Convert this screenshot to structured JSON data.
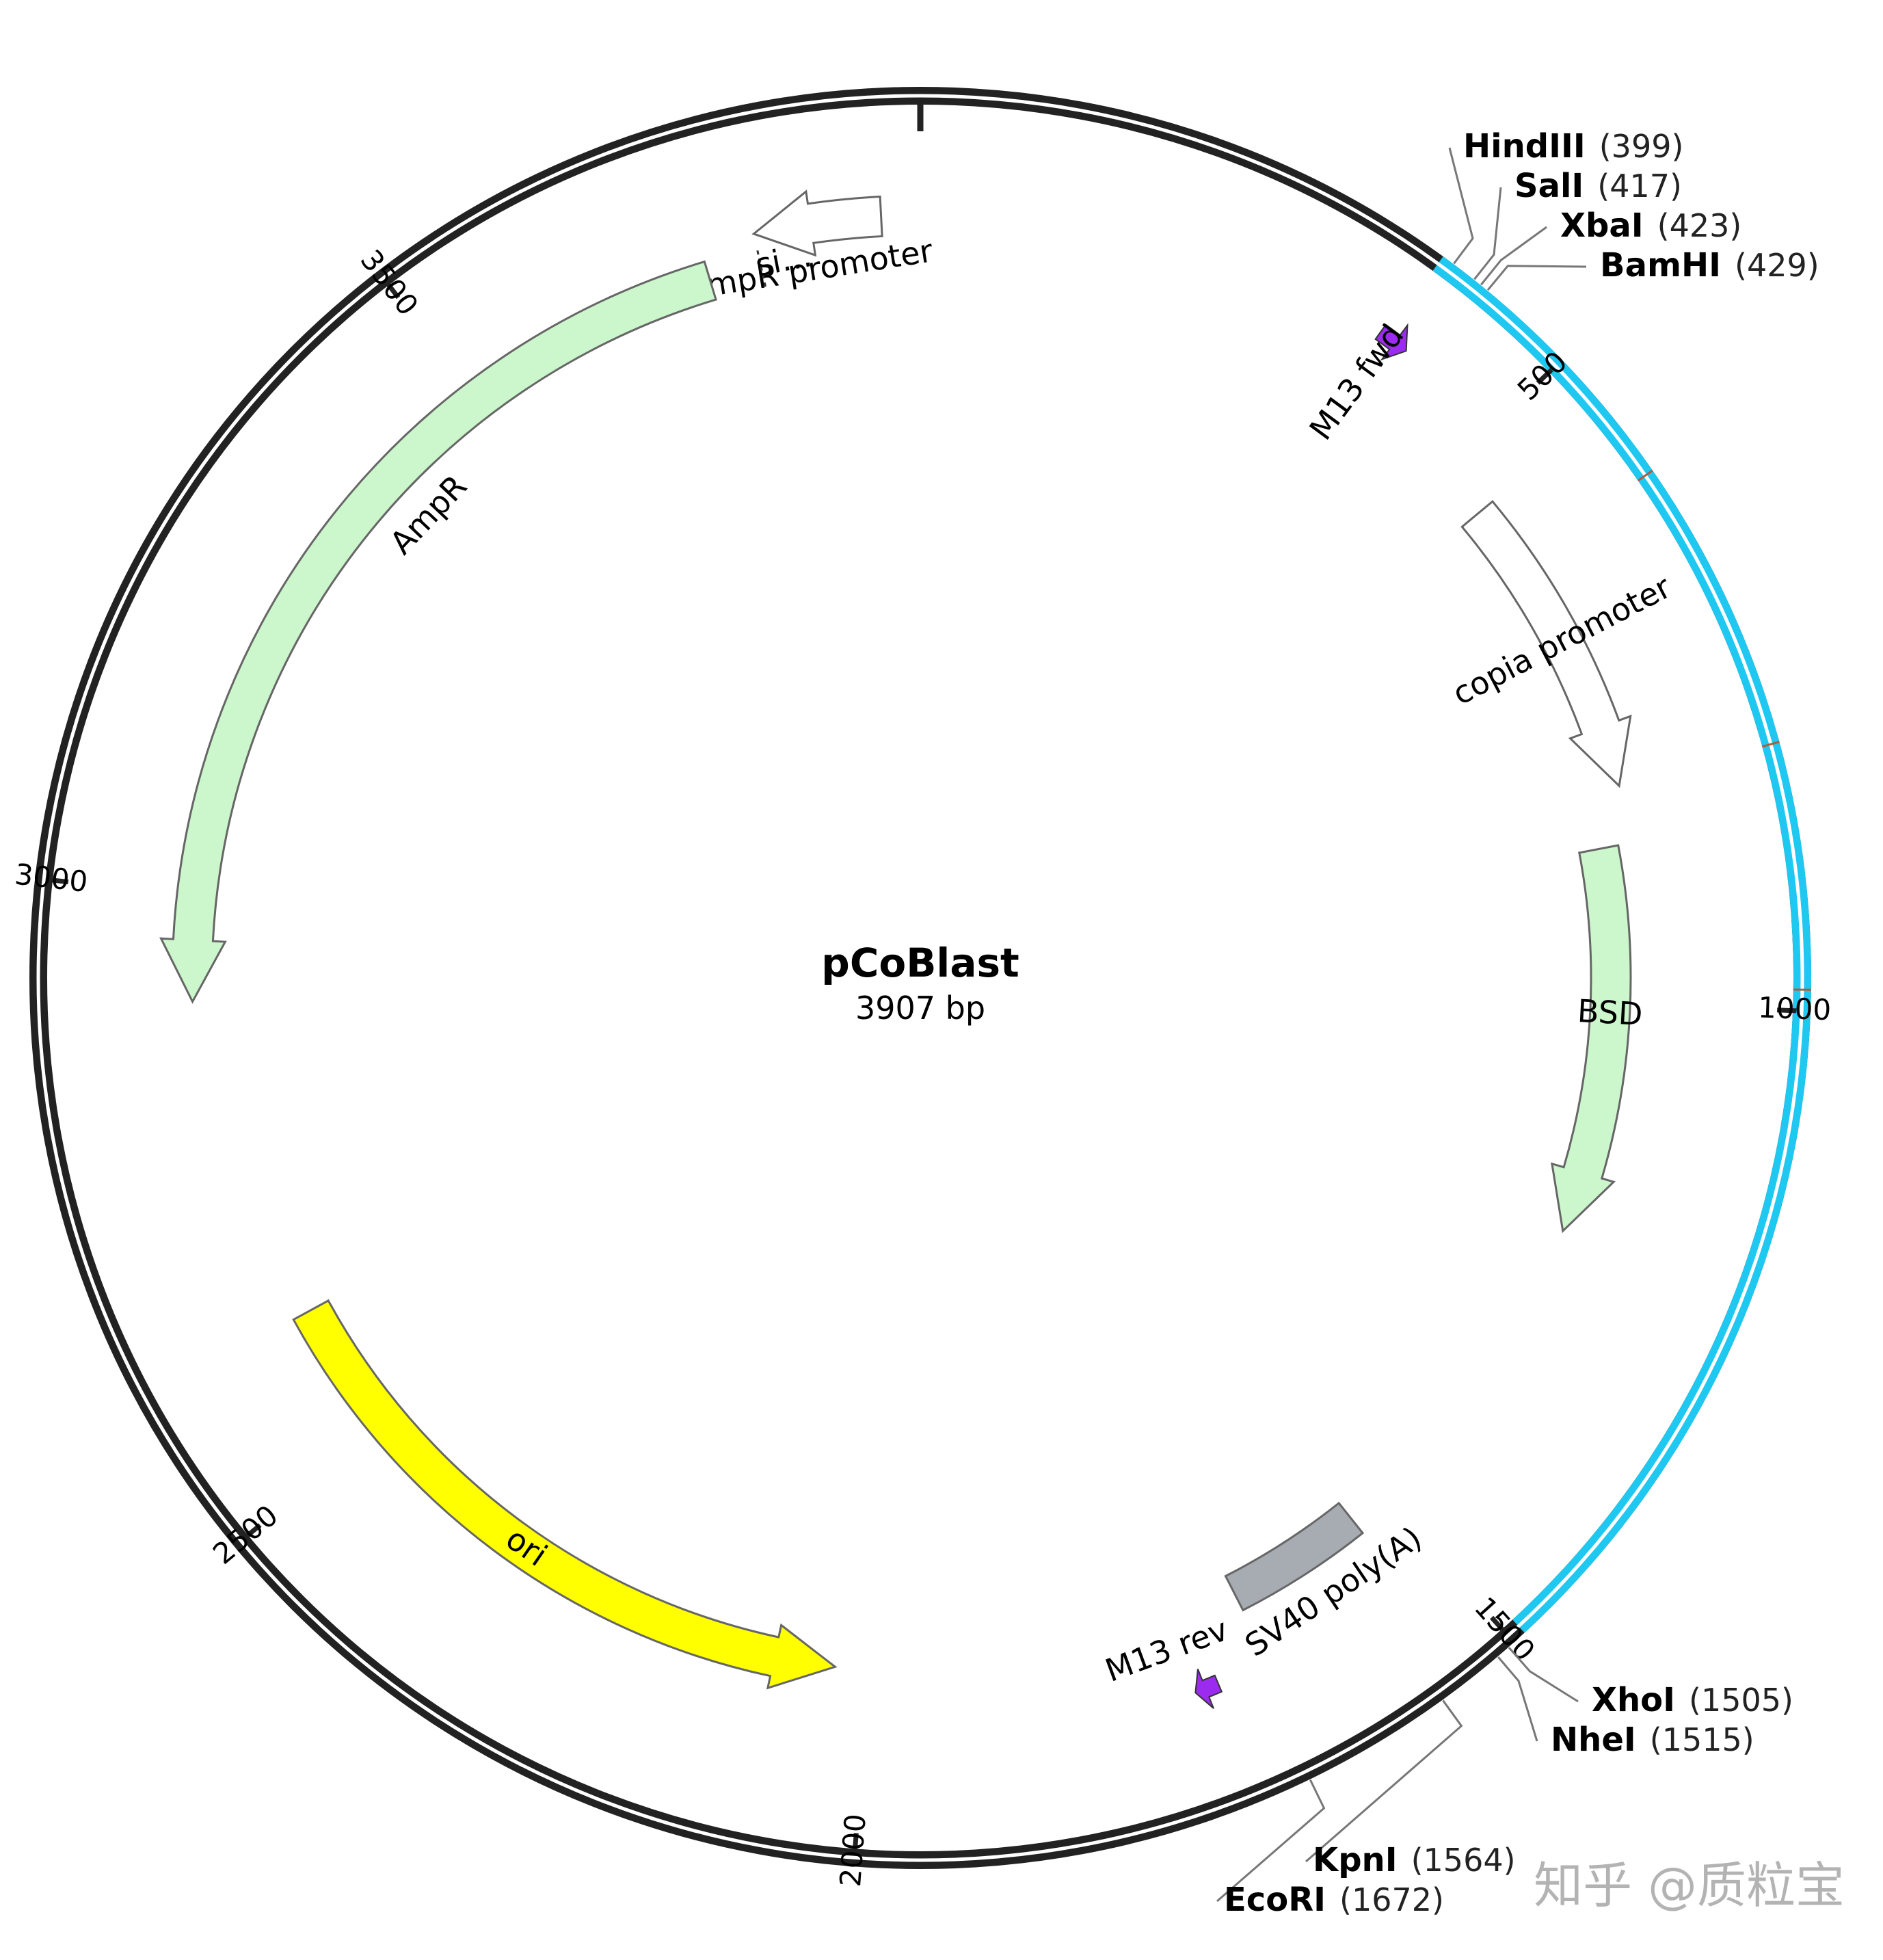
{
  "plasmid": {
    "name": "pCoBlast",
    "size_label": "3907 bp",
    "length": 3907
  },
  "colors": {
    "backbone": "#222222",
    "highlight": "#1ec8f0",
    "green_feature": "#ccf7cc",
    "ori": "#ffff00",
    "polyA": "#a7abb2",
    "primer": "#9b2bee",
    "outline": "#666666"
  },
  "highlight_region": {
    "start": 390,
    "end": 1490
  },
  "ticks": [
    {
      "pos": 0,
      "label": ""
    },
    {
      "pos": 500,
      "label": "500"
    },
    {
      "pos": 1000,
      "label": "1000"
    },
    {
      "pos": 1500,
      "label": "1500"
    },
    {
      "pos": 2000,
      "label": "2000"
    },
    {
      "pos": 2500,
      "label": "2500"
    },
    {
      "pos": 3000,
      "label": "3000"
    },
    {
      "pos": 3500,
      "label": "3500"
    }
  ],
  "features": [
    {
      "id": "ampr-promoter",
      "label": "AmpR promoter",
      "start": 3875,
      "end": 3770,
      "style": "promoter",
      "kind": "arrow"
    },
    {
      "id": "ampr",
      "label": "AmpR",
      "start": 3725,
      "end": 2910,
      "style": "green",
      "kind": "arrow",
      "sub_label": "si…"
    },
    {
      "id": "ori",
      "label": "ori",
      "start": 2620,
      "end": 2030,
      "style": "ori",
      "kind": "arrow"
    },
    {
      "id": "copia-promoter",
      "label": "copia promoter",
      "start": 545,
      "end": 810,
      "style": "promoter",
      "kind": "arrow"
    },
    {
      "id": "bsd",
      "label": "BSD",
      "start": 860,
      "end": 1210,
      "style": "green",
      "kind": "arrow"
    },
    {
      "id": "sv40-polya",
      "label": "SV40 poly(A)",
      "start": 1535,
      "end": 1660,
      "style": "polyA",
      "kind": "box"
    },
    {
      "id": "m13-fwd",
      "label": "M13 fwd",
      "start": 385,
      "end": 410,
      "style": "primer",
      "kind": "primer"
    },
    {
      "id": "m13-rev",
      "label": "M13 rev",
      "start": 1705,
      "end": 1725,
      "style": "primer",
      "kind": "primer"
    }
  ],
  "restriction_sites": [
    {
      "name": "HindIII",
      "pos": "(399)",
      "bp": 399
    },
    {
      "name": "SalI",
      "pos": "(417)",
      "bp": 417
    },
    {
      "name": "XbaI",
      "pos": "(423)",
      "bp": 423
    },
    {
      "name": "BamHI",
      "pos": "(429)",
      "bp": 429
    },
    {
      "name": "XhoI",
      "pos": "(1505)",
      "bp": 1505
    },
    {
      "name": "NheI",
      "pos": "(1515)",
      "bp": 1515
    },
    {
      "name": "KpnI",
      "pos": "(1564)",
      "bp": 1564
    },
    {
      "name": "EcoRI",
      "pos": "(1672)",
      "bp": 1672
    }
  ],
  "watermark": "知乎 @质粒宝"
}
